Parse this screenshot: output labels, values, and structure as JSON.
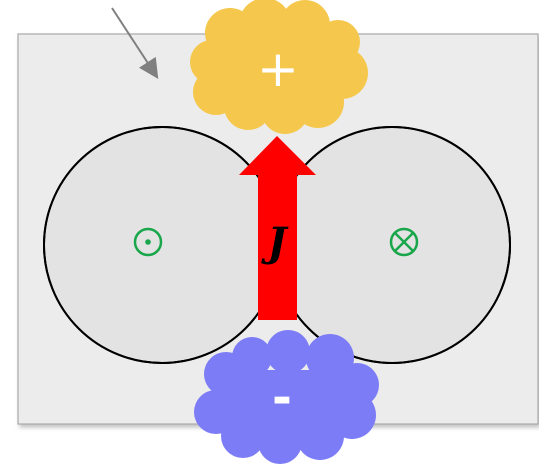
{
  "diagram": {
    "positive_label": "+",
    "negative_label": "-",
    "current_label": "J",
    "left_symbol": "dot-in-circle",
    "right_symbol": "cross-in-circle"
  },
  "colors": {
    "panel_fill": "#ececec",
    "panel_stroke": "#a9a9a9",
    "circle_fill": "#e3e3e3",
    "overlap_fill": "#cccccc",
    "outline": "#000000",
    "positive_cloud": "#f5c84d",
    "negative_cloud": "#7c7cf7",
    "arrow": "#ff0000",
    "field_symbol": "#1aa64a",
    "pointer": "#808080"
  }
}
